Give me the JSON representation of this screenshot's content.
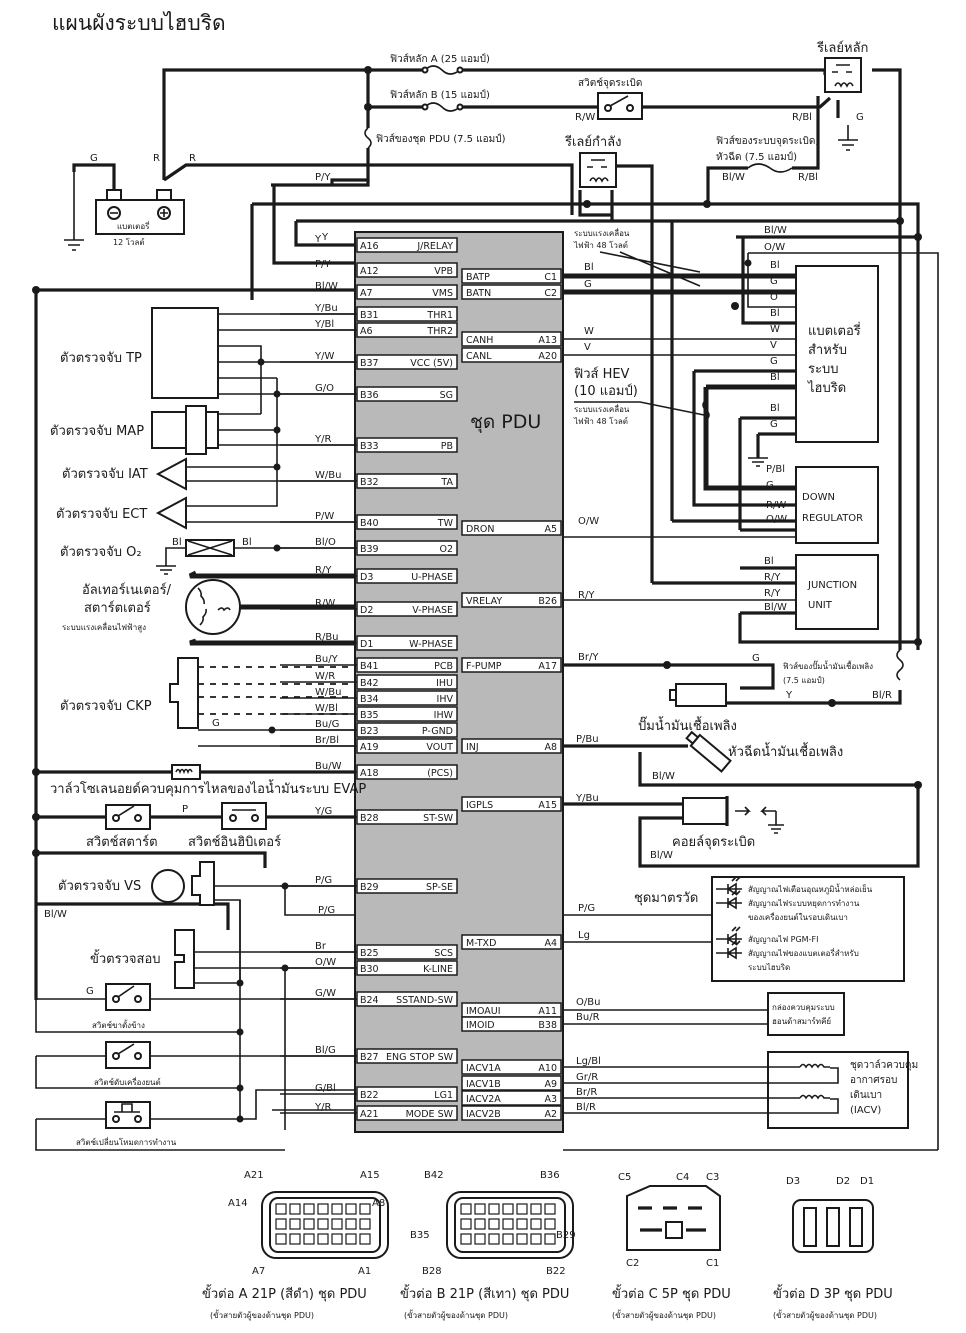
{
  "title": "แผนผังระบบไฮบริด",
  "pdu": {
    "label": "ชุด PDU",
    "left_pins": [
      {
        "pin": "A16",
        "name": "J/RELAY",
        "wire": "Y"
      },
      {
        "pin": "A12",
        "name": "VPB",
        "wire": "P/Y"
      },
      {
        "pin": "A7",
        "name": "VMS",
        "wire": "Bl/W"
      },
      {
        "pin": "B31",
        "name": "THR1",
        "wire": "Y/Bu"
      },
      {
        "pin": "A6",
        "name": "THR2",
        "wire": "Y/Bl"
      },
      {
        "pin": "B37",
        "name": "VCC (5V)",
        "wire": "Y/W"
      },
      {
        "pin": "B36",
        "name": "SG",
        "wire": "G/O"
      },
      {
        "pin": "B33",
        "name": "PB",
        "wire": "Y/R"
      },
      {
        "pin": "B32",
        "name": "TA",
        "wire": "W/Bu"
      },
      {
        "pin": "B40",
        "name": "TW",
        "wire": "P/W"
      },
      {
        "pin": "B39",
        "name": "O2",
        "wire": "Bl/O"
      },
      {
        "pin": "D3",
        "name": "U-PHASE",
        "wire": "R/Y"
      },
      {
        "pin": "D2",
        "name": "V-PHASE",
        "wire": "R/W"
      },
      {
        "pin": "D1",
        "name": "W-PHASE",
        "wire": "R/Bu"
      },
      {
        "pin": "B41",
        "name": "PCB",
        "wire": "Bu/Y"
      },
      {
        "pin": "B42",
        "name": "IHU",
        "wire": "W/R"
      },
      {
        "pin": "B34",
        "name": "IHV",
        "wire": "W/Bu"
      },
      {
        "pin": "B35",
        "name": "IHW",
        "wire": "W/Bl"
      },
      {
        "pin": "B23",
        "name": "P-GND",
        "wire": "Bu/G"
      },
      {
        "pin": "A19",
        "name": "VOUT",
        "wire": "Br/Bl"
      },
      {
        "pin": "A18",
        "name": "(PCS)",
        "wire": "Bu/W"
      },
      {
        "pin": "B28",
        "name": "ST-SW",
        "wire": "Y/G"
      },
      {
        "pin": "B29",
        "name": "SP-SE",
        "wire": "P/G"
      },
      {
        "pin": "B25",
        "name": "SCS",
        "wire": "Br"
      },
      {
        "pin": "B30",
        "name": "K-LINE",
        "wire": "O/W"
      },
      {
        "pin": "B24",
        "name": "SSTAND-SW",
        "wire": "G/W"
      },
      {
        "pin": "B27",
        "name": "ENG STOP SW",
        "wire": "Bl/G"
      },
      {
        "pin": "B22",
        "name": "LG1",
        "wire": "G/Bl"
      },
      {
        "pin": "A21",
        "name": "MODE SW",
        "wire": "Y/R"
      }
    ],
    "right_pins": [
      {
        "pin": "C1",
        "name": "BATP",
        "wire": "Bl"
      },
      {
        "pin": "C2",
        "name": "BATN",
        "wire": "G"
      },
      {
        "pin": "A13",
        "name": "CANH",
        "wire": "W"
      },
      {
        "pin": "A20",
        "name": "CANL",
        "wire": "V"
      },
      {
        "pin": "A5",
        "name": "DRON",
        "wire": "O/W"
      },
      {
        "pin": "B26",
        "name": "VRELAY",
        "wire": "R/Y"
      },
      {
        "pin": "A17",
        "name": "F-PUMP",
        "wire": "Br/Y"
      },
      {
        "pin": "A8",
        "name": "INJ",
        "wire": "P/Bu"
      },
      {
        "pin": "A15",
        "name": "IGPLS",
        "wire": "Y/Bu"
      },
      {
        "pin": "A4",
        "name": "M-TXD",
        "wire": "Lg"
      },
      {
        "pin": "A11",
        "name": "IMOAUI",
        "wire": "O/Bu"
      },
      {
        "pin": "B38",
        "name": "IMOID",
        "wire": "Bu/R"
      },
      {
        "pin": "A10",
        "name": "IACV1A",
        "wire": "Lg/Bl"
      },
      {
        "pin": "A9",
        "name": "IACV1B",
        "wire": "Gr/R"
      },
      {
        "pin": "A3",
        "name": "IACV2A",
        "wire": "Br/R"
      },
      {
        "pin": "A2",
        "name": "IACV2B",
        "wire": "Bl/R"
      }
    ]
  },
  "top": {
    "fuse_a": "ฟิวส์หลัก A (25 แอมป์)",
    "fuse_b": "ฟิวส์หลัก B (15 แอมป์)",
    "fuse_pdu": "ฟิวส์ของชุด PDU (7.5 แอมป์)",
    "ignition_switch": "สวิตช์จุดระเบิด",
    "main_relay": "รีเลย์หลัก",
    "power_relay": "รีเลย์กำลัง",
    "fuse_ign_line1": "ฟิวส์ของระบบจุดระเบิด,",
    "fuse_ign_line2": "หัวฉีด (7.5 แอมป์)",
    "battery_line1": "แบตเตอรี่",
    "battery_line2": "12 โวลต์",
    "wires": {
      "g": "G",
      "r1": "R",
      "r2": "R",
      "py": "P/Y",
      "rw": "R/W",
      "rbl1": "R/Bl",
      "rbl2": "R/Bl",
      "g2": "G",
      "blw": "Bl/W",
      "y": "Y"
    }
  },
  "left": {
    "tp": "ตัวตรวจจับ TP",
    "map": "ตัวตรวจจับ MAP",
    "iat": "ตัวตรวจจับ IAT",
    "ect": "ตัวตรวจจับ ECT",
    "o2": "ตัวตรวจจับ O₂",
    "o2_bl1": "Bl",
    "o2_bl2": "Bl",
    "alt_line1": "อัลเทอร์เนเตอร์/",
    "alt_line2": "สตาร์ตเตอร์",
    "hv_note": "ระบบแรงเคลื่อนไฟฟ้าสูง",
    "ckp": "ตัวตรวจจับ CKP",
    "ckp_g": "G",
    "evap": "วาล์วโซเลนอยด์ควบคุมการไหลของไอน้ำมันระบบ EVAP",
    "start_sw": "สวิตช์สตาร์ต",
    "inhibitor_sw": "สวิตช์อินฮิบิเตอร์",
    "p_wire": "P",
    "vs": "ตัวตรวจจับ VS",
    "blw": "Bl/W",
    "test_conn": "ขั้วตรวจสอบ",
    "side_stand_sw": "สวิตช์ขาตั้งข้าง",
    "g_wire": "G",
    "eng_stop_sw": "สวิตช์ดับเครื่องยนต์",
    "mode_sw": "สวิตช์เปลี่ยนโหมดการทำงาน",
    "pg2": "P/G"
  },
  "right": {
    "hv_note_line1": "ระบบแรงเคลื่อน",
    "hv_note_line2": "ไฟฟ้า 48 โวลต์",
    "hev_fuse_line1": "ฟิวส์ HEV",
    "hev_fuse_line2": "(10 แอมป์)",
    "hybrid_batt": [
      "แบตเตอรี่",
      "สำหรับ",
      "ระบบ",
      "ไฮบริด"
    ],
    "batt_pins": [
      "Bl",
      "G",
      "O",
      "Bl",
      "W",
      "V",
      "G",
      "Bl",
      "Bl",
      "G"
    ],
    "down_reg_line1": "DOWN",
    "down_reg_line2": "REGULATOR",
    "down_pins": [
      "P/Bl",
      "G",
      "R/W",
      "O/W"
    ],
    "junction_line1": "JUNCTION",
    "junction_line2": "UNIT",
    "junction_pins": [
      "Bl",
      "R/Y",
      "R/Y",
      "Bl/W"
    ],
    "top_blw": "Bl/W",
    "top_ow": "O/W",
    "fuel_fuse_line1": "ฟิวส์ของปั๊มน้ำมันเชื้อเพลิง",
    "fuel_fuse_line2": "(7.5 แอมป์)",
    "fp_g": "G",
    "fp_y": "Y",
    "fp_blr": "Bl/R",
    "fuel_pump": "ปั๊มน้ำมันเชื้อเพลิง",
    "injector": "หัวฉีดน้ำมันเชื้อเพลิง",
    "inj_blw": "Bl/W",
    "ign_coil": "คอยล์จุดระเบิด",
    "coil_blw": "Bl/W",
    "meter": "ชุดมาตรวัด",
    "meter_items": [
      "สัญญาณไฟเตือนอุณหภูมิน้ำหล่อเย็น",
      "สัญญาณไฟระบบหยุดการทำงาน",
      "ของเครื่องยนต์ในรอบเดินเบา",
      "สัญญาณไฟ PGM-FI",
      "สัญญาณไฟของแบตเตอรี่สำหรับ",
      "ระบบไฮบริด"
    ],
    "immob_line1": "กล่องควบคุมระบบ",
    "immob_line2": "ฮอนด้าสมาร์ทคีย์",
    "iacv": [
      "ชุดวาล์วควบคุม",
      "อากาศรอบ",
      "เดินเบา",
      "(IACV)"
    ]
  },
  "connectors": {
    "a": {
      "title": "ขั้วต่อ A 21P (สีดำ) ชุด PDU",
      "sub": "(ขั้วสายตัวผู้ของด้านชุด PDU)",
      "pins": [
        "A21",
        "A15",
        "A14",
        "A8",
        "A7",
        "A1"
      ]
    },
    "b": {
      "title": "ขั้วต่อ B 21P (สีเทา) ชุด PDU",
      "sub": "(ขั้วสายตัวผู้ของด้านชุด PDU)",
      "pins": [
        "B42",
        "B36",
        "B35",
        "B29",
        "B28",
        "B22"
      ]
    },
    "c": {
      "title": "ขั้วต่อ C 5P ชุด PDU",
      "sub": "(ขั้วสายตัวผู้ของด้านชุด PDU)",
      "pins": [
        "C5",
        "C4",
        "C3",
        "C2",
        "C1"
      ]
    },
    "d": {
      "title": "ขั้วต่อ D 3P ชุด PDU",
      "sub": "(ขั้วสายตัวผู้ของด้านชุด PDU)",
      "pins": [
        "D3",
        "D2",
        "D1"
      ]
    }
  }
}
